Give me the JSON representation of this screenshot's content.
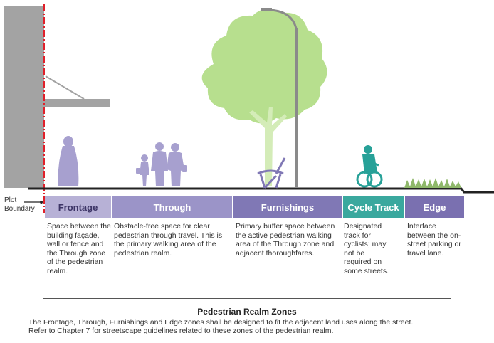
{
  "plot_boundary": {
    "line1": "Plot",
    "line2": "Boundary"
  },
  "zones": [
    {
      "name": "Frontage",
      "color": "#b7b1d6",
      "text_color": "#3d3566",
      "description": "Space between the building façade, wall or fence and the Through zone of the pedestrian realm."
    },
    {
      "name": "Through",
      "color": "#9b94c8",
      "text_color": "#ffffff",
      "description": "Obstacle-free space for clear pedestrian through travel. This is the primary walking area of the pedestrian realm."
    },
    {
      "name": "Furnishings",
      "color": "#8078b5",
      "text_color": "#ffffff",
      "description": "Primary buffer space between the active pedestrian walking area of the Through zone and adjacent thoroughfares."
    },
    {
      "name": "Cycle Track",
      "color": "#3aa89e",
      "text_color": "#ffffff",
      "description": "Designated track for cyclists; may not be required on some streets."
    },
    {
      "name": "Edge",
      "color": "#7a70b0",
      "text_color": "#ffffff",
      "description": "Interface between the on-street parking or travel lane."
    }
  ],
  "caption": {
    "title": "Pedestrian Realm Zones",
    "line1": "The Frontage, Through, Furnishings and Edge zones shall be designed to fit the adjacent land uses along the street.",
    "line2": "Refer to Chapter 7 for streetscape guidelines related to these zones of the pedestrian realm."
  },
  "colors": {
    "building": "#a3a3a3",
    "boundary_line": "#e0202a",
    "pedestrian": "#a7a0cf",
    "tree": "#b7df8e",
    "trunk": "#d4ecb8",
    "cyclist": "#27a198",
    "grass": "#8fb86a",
    "ground": "#222222"
  }
}
